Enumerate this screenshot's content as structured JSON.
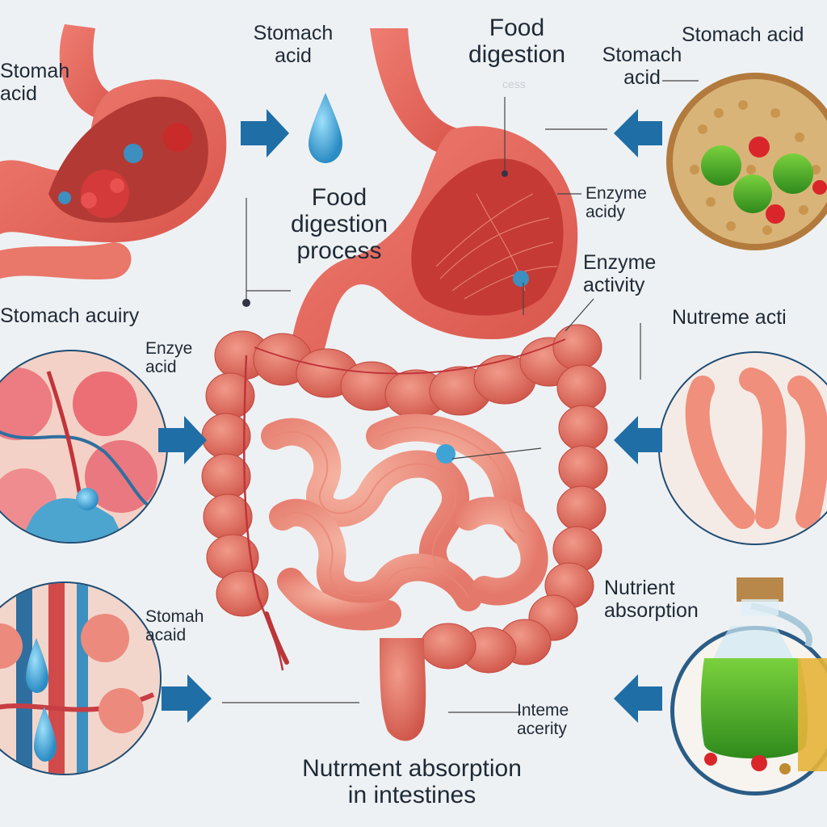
{
  "labels": {
    "top_left": "Stomah\nacid",
    "top_mid": "Stomach\nacid",
    "top_center": "Food\ndigestion",
    "top_right_small": "Stomach\nacid",
    "top_right": "Stomach acid",
    "center": "Food\ndigestion\nprocess",
    "enzyme_acidy": "Enzyme\nacidy",
    "enzyme_activity": "Enzyme\nactivity",
    "stomach_acuity": "Stomach acuiry",
    "nutreme_acti": "Nutreme acti",
    "enzye_acid": "Enzye\nacid",
    "stomah_acid": "Stomah\nacaid",
    "nutrient_absorption": "Nutrient\nabsorption",
    "inteme_acerity": "Inteme\nacerity",
    "bottom_title": "Nutrment absorption\nin intestines",
    "faint_mark": "cess"
  },
  "icons": [
    "acid-droplet-icon",
    "arrow-right-icon",
    "arrow-left-icon",
    "stomach-illustration",
    "intestines-illustration",
    "food-bowl-illustration",
    "tissue-closeup-illustration",
    "intestine-closeup-illustration",
    "oil-jug-illustration"
  ],
  "colors": {
    "background": "#eef1f3",
    "organ": "#e46b62",
    "organ_light": "#f3a08f",
    "arrow": "#1f6ea6",
    "droplet": "#3fa3d6",
    "text": "#1f2a36"
  }
}
